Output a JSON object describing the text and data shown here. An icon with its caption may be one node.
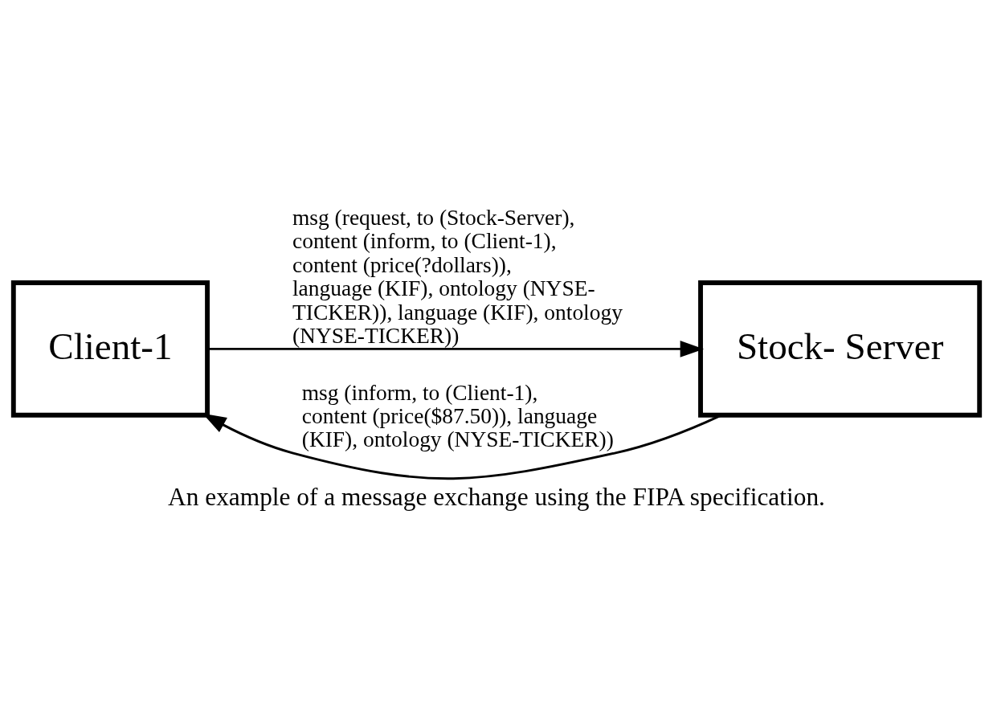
{
  "diagram": {
    "caption": "An example of a message exchange using the FIPA specification.",
    "nodes": [
      {
        "text": [
          "Client-1"
        ]
      },
      {
        "text": [
          "Stock- Server"
        ]
      }
    ],
    "edges": [
      {
        "from": 0,
        "to": 1,
        "arrow": "to",
        "label": "msg (request, to (Stock-Server), content (inform, to (Client-1), content (price(?dollars)), language (KIF), ontology (NYSE-TICKER)), language (KIF), ontology (NYSE-TICKER))"
      },
      {
        "from": 1,
        "to": 0,
        "arrow": "to",
        "label": "msg (inform, to (Client-1), content (price($87.50)), language (KIF), ontology (NYSE-TICKER))"
      }
    ]
  }
}
